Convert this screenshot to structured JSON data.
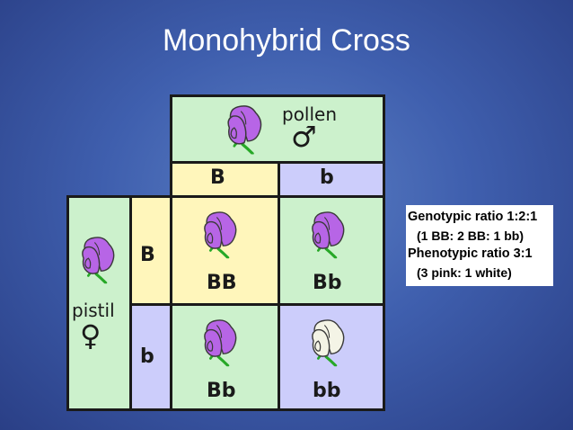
{
  "slide": {
    "title": "Monohybrid Cross"
  },
  "punnett": {
    "pollen_label": "pollen",
    "male_symbol": "♂",
    "pistil_label": "pistil",
    "female_symbol": "♀",
    "col_alleles": [
      "B",
      "b"
    ],
    "row_alleles": [
      "B",
      "b"
    ],
    "cells": [
      {
        "genotype": "BB",
        "flower": "purple"
      },
      {
        "genotype": "Bb",
        "flower": "purple"
      },
      {
        "genotype": "Bb",
        "flower": "purple"
      },
      {
        "genotype": "bb",
        "flower": "white"
      }
    ]
  },
  "colors": {
    "green_cell": "#ccf1cc",
    "yellow_cell": "#fff6bb",
    "lavender_cell": "#cccdfb",
    "purple_flower": "#b765e6",
    "white_flower": "#f4f4e6"
  },
  "ratios": {
    "genotypic": "Genotypic ratio 1:2:1",
    "genotypic_detail": "(1 BB: 2 BB: 1 bb)",
    "phenotypic": "Phenotypic ratio 3:1",
    "phenotypic_detail": "(3 pink: 1 white)"
  }
}
